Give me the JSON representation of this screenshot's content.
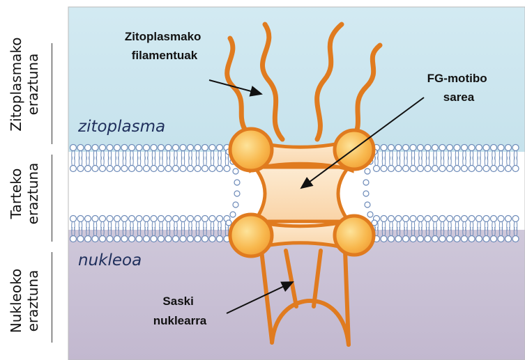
{
  "side_labels": {
    "cyto_ring": [
      "Zitoplasmako",
      "eraztuna"
    ],
    "middle_ring": [
      "Tarteko",
      "eraztuna"
    ],
    "nuclear_ring": [
      "Nukleoko",
      "eraztuna"
    ]
  },
  "regions": {
    "cytoplasm": "zitoplasma",
    "nucleus": "nukleoa"
  },
  "labels": {
    "cyto_filaments": [
      "Zitoplasmako",
      "filamentuak"
    ],
    "fg_network": [
      "FG-motibo",
      "sarea"
    ],
    "nuclear_basket": [
      "Saski",
      "nuklearra"
    ]
  },
  "colors": {
    "cytoplasm_bg": "#cfe7ef",
    "nucleus_bg": "#cbc3d6",
    "pore_orange": "#e07b1f",
    "ring_fill": "#f7b955",
    "pore_inner": "#fde3c0",
    "lipid": "#6c8ab8"
  }
}
